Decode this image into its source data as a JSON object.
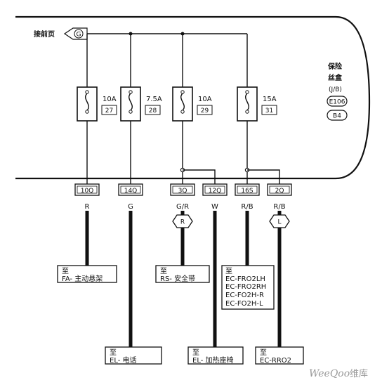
{
  "source_label": "接前页",
  "source_connector": "G",
  "junction_box": {
    "line1": "保险",
    "line2": "丝盒",
    "line3": "(J/B)",
    "connector_e": "E106",
    "connector_b": "B4"
  },
  "fuses": [
    {
      "amp": "10A",
      "number": "27"
    },
    {
      "amp": "7.5A",
      "number": "28"
    },
    {
      "amp": "10A",
      "number": "29"
    },
    {
      "amp": "15A",
      "number": "31"
    }
  ],
  "pins": [
    "10Q",
    "14Q",
    "3Q",
    "12Q",
    "16S",
    "2Q"
  ],
  "wire_colors": [
    "R",
    "G",
    "G/R",
    "W",
    "R/B",
    "R/B"
  ],
  "connectors": {
    "rs": "R",
    "rro": "L"
  },
  "destinations": {
    "fa": {
      "line1": "至",
      "line2": "FA- 主动悬架"
    },
    "rs": {
      "line1": "至",
      "line2": "RS- 安全带"
    },
    "efr": {
      "line1": "至",
      "line2": "EC-FRO2LH",
      "line3": "EC-FRO2RH",
      "line4": "EC-FO2H-R",
      "line5": "EC-FO2H-L"
    },
    "el_phone": {
      "line1": "至",
      "line2": "EL- 电话"
    },
    "el_seat": {
      "line1": "至",
      "line2": "EL- 加热座椅"
    },
    "ec_rro": {
      "line1": "至",
      "line2": "EC-RRO2"
    }
  },
  "watermark": {
    "brand": "WeeQoo",
    "suffix": "维库"
  }
}
